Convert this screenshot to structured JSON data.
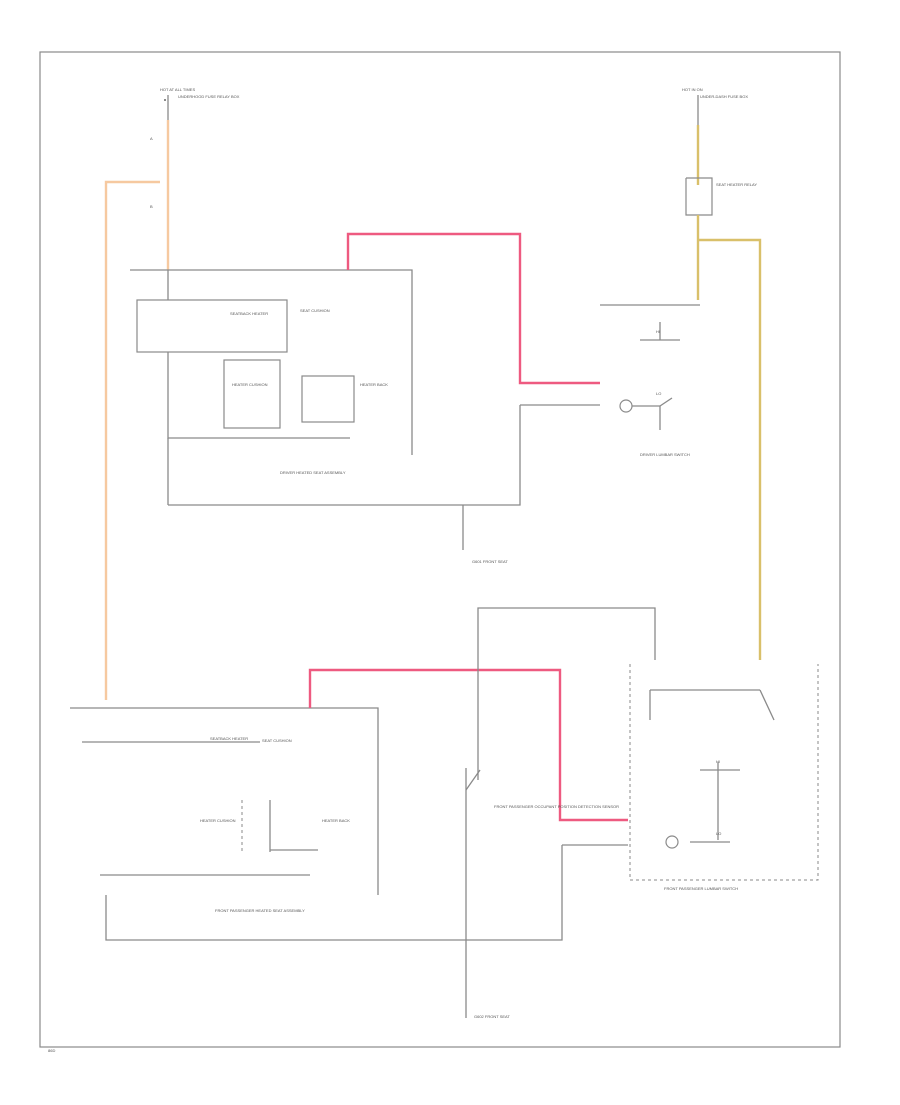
{
  "diagram": {
    "colors": {
      "wire": "#8a8a8a",
      "pink_wire": "#ee5a80",
      "peach_wire": "#f6c9a0",
      "tan_wire": "#d9c06a"
    },
    "fuse_block_left": {
      "header": "HOT AT ALL TIMES",
      "subtitle": "UNDERHOOD FUSE RELAY BOX",
      "pin_a": "A",
      "pin_b": "B"
    },
    "fuse_block_right": {
      "header": "HOT IN ON",
      "subtitle": "UNDER-DASH FUSE BOX"
    },
    "relay_label": "SEAT HEATER RELAY",
    "driver_seat": {
      "title": "DRIVER HEATED SEAT ASSEMBLY",
      "switch_label": "SEATBACK HEATER",
      "element_label": "SEAT CUSHION",
      "heater_cushion": "HEATER CUSHION",
      "heater_back": "HEATER BACK"
    },
    "driver_switch": {
      "title": "DRIVER LUMBAR SWITCH",
      "hi": "HI",
      "lo": "LO"
    },
    "ground_label_1": "G601 FRONT SEAT",
    "ground_label_2": "G602 FRONT SEAT",
    "passenger_seat": {
      "title": "FRONT PASSENGER HEATED SEAT ASSEMBLY",
      "switch_label": "SEATBACK HEATER",
      "element_label": "SEAT CUSHION",
      "heater_cushion": "HEATER CUSHION",
      "heater_back": "HEATER BACK"
    },
    "passenger_switch": {
      "title": "FRONT PASSENGER LUMBAR SWITCH",
      "hi": "HI",
      "lo": "LO"
    },
    "occupant_sensor": "FRONT PASSENGER OCCUPANT POSITION DETECTION SENSOR",
    "footer": "86D"
  }
}
